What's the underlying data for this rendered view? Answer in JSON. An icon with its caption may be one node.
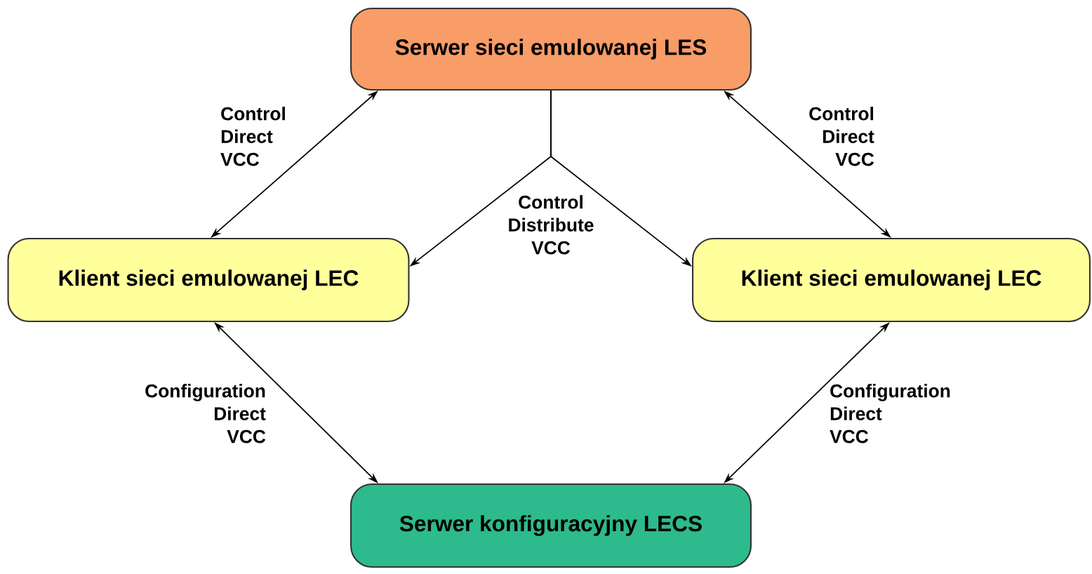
{
  "diagram": {
    "nodes": [
      {
        "text": [
          "Serwer sieci emulowanej LES"
        ]
      },
      {
        "text": [
          "Klient sieci emulowanej LEC"
        ]
      },
      {
        "text": [
          "Klient sieci emulowanej LEC"
        ]
      },
      {
        "text": [
          "Serwer konfiguracyjny LECS"
        ]
      }
    ],
    "edges": [
      {
        "from": 0,
        "to": 1,
        "arrow": "both",
        "label": "Control Direct VCC"
      },
      {
        "from": 0,
        "to": 2,
        "arrow": "both",
        "label": "Control Direct VCC"
      },
      {
        "from": 0,
        "to": 1,
        "arrow": "to",
        "label": "Control Distribute VCC"
      },
      {
        "from": 0,
        "to": 2,
        "arrow": "to"
      },
      {
        "from": 1,
        "to": 3,
        "arrow": "both",
        "label": "Configuration Direct VCC"
      },
      {
        "from": 2,
        "to": 3,
        "arrow": "both",
        "label": "Configuration Direct VCC"
      }
    ]
  }
}
